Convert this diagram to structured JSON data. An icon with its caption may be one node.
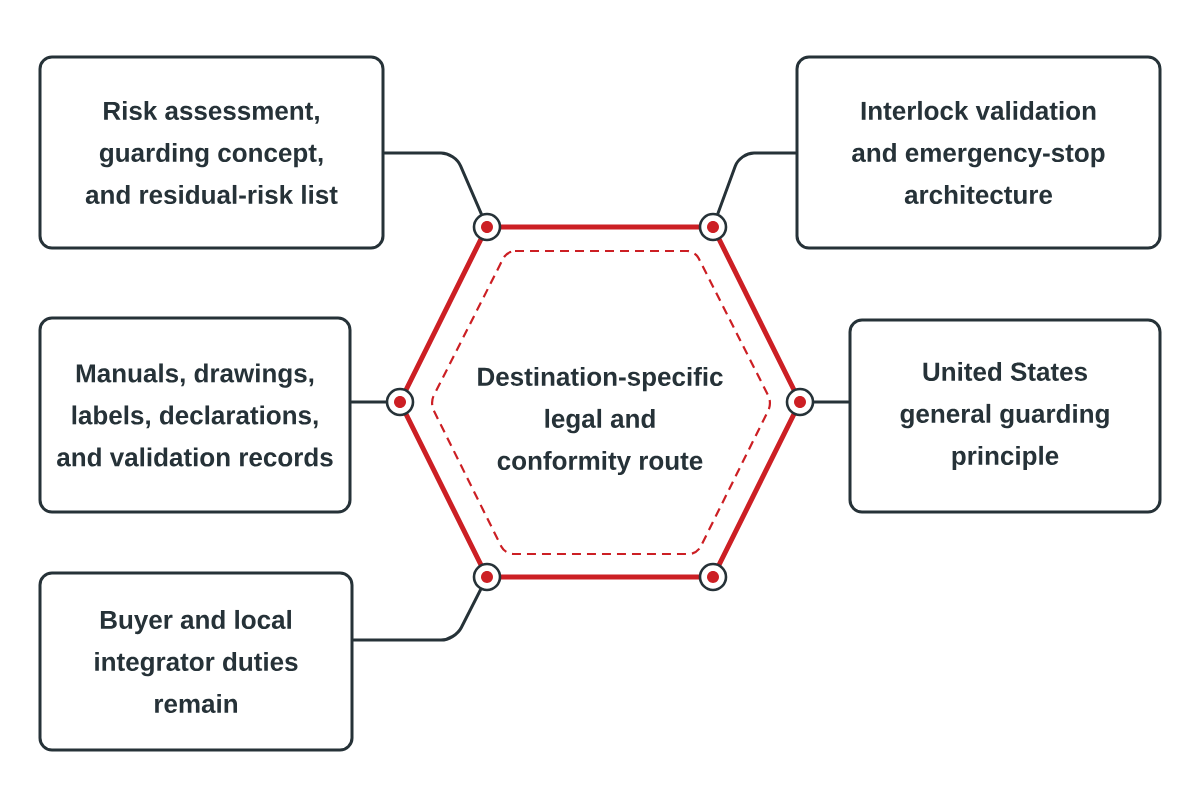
{
  "diagram": {
    "nodes": [
      {
        "text": [
          "Risk assessment, guarding concept, and residual-risk list"
        ]
      },
      {
        "text": [
          "Interlock validation and emergency-stop architecture"
        ]
      },
      {
        "text": [
          "Manuals, drawings, labels, declarations, and validation records"
        ]
      },
      {
        "text": [
          "Destination-specific legal and conformity route"
        ]
      },
      {
        "text": [
          "United States general guarding principle"
        ]
      },
      {
        "text": [
          "Buyer and local integrator duties remain"
        ]
      },
      {
        "text": [],
        "shape": "circle"
      },
      {
        "text": [],
        "shape": "circle"
      },
      {
        "text": [],
        "shape": "circle"
      },
      {
        "text": [],
        "shape": "circle"
      },
      {
        "text": [],
        "shape": "circle"
      },
      {
        "text": [],
        "shape": "circle"
      }
    ],
    "edges": [
      {
        "from": 0,
        "to": 6,
        "arrow": "none"
      },
      {
        "from": 1,
        "to": 7,
        "arrow": "none"
      },
      {
        "from": 2,
        "to": 8,
        "arrow": "none"
      },
      {
        "from": 4,
        "to": 9,
        "arrow": "none"
      },
      {
        "from": 5,
        "to": 10,
        "arrow": "none"
      }
    ]
  }
}
